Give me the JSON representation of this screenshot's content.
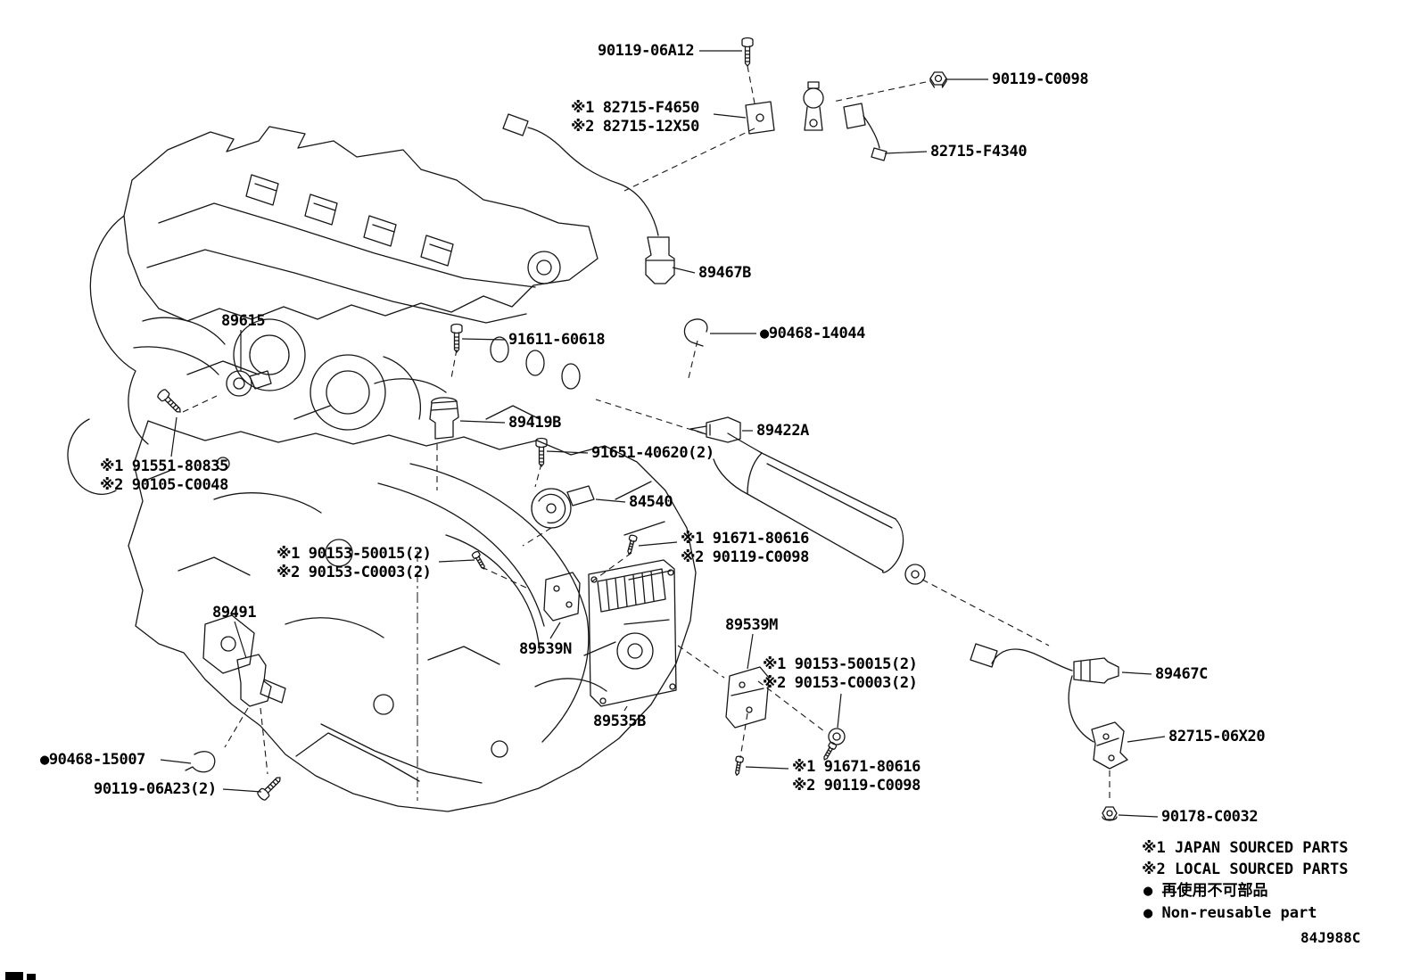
{
  "labels": {
    "p90119_06a12": "90119-06A12",
    "p90119_c0098_top": "90119-C0098",
    "p82715_f4650": "※1 82715-F4650",
    "p82715_12x50": "※2 82715-12X50",
    "p82715_f4340": "82715-F4340",
    "p89467b": "89467B",
    "p89615": "89615",
    "p91611_60618": "91611-60618",
    "p90468_14044": "●90468-14044",
    "p89419b": "89419B",
    "p89422a": "89422A",
    "p91651_40620": "91651-40620(2)",
    "p91551_80835": "※1 91551-80835",
    "p90105_c0048": "※2 90105-C0048",
    "p84540": "84540",
    "p91671_80616_a": "※1 91671-80616",
    "p90119_c0098_a": "※2 90119-C0098",
    "p90153_50015_a": "※1 90153-50015(2)",
    "p90153_c0003_a": "※2 90153-C0003(2)",
    "p89491": "89491",
    "p89539m": "89539M",
    "p89539n": "89539N",
    "p90153_50015_b": "※1 90153-50015(2)",
    "p90153_c0003_b": "※2 90153-C0003(2)",
    "p89467c": "89467C",
    "p89535b": "89535B",
    "p82715_06x20": "82715-06X20",
    "p90468_15007": "●90468-15007",
    "p90119_06a23": "90119-06A23(2)",
    "p91671_80616_b": "※1 91671-80616",
    "p90119_c0098_b": "※2 90119-C0098",
    "p90178_c0032": "90178-C0032"
  },
  "legend": {
    "japan": "※1 JAPAN SOURCED PARTS",
    "local": "※2 LOCAL SOURCED PARTS",
    "nonreusable_ja": "● 再使用不可部品",
    "nonreusable_en": "● Non-reusable part"
  },
  "diagram": {
    "code": "84J988C"
  }
}
